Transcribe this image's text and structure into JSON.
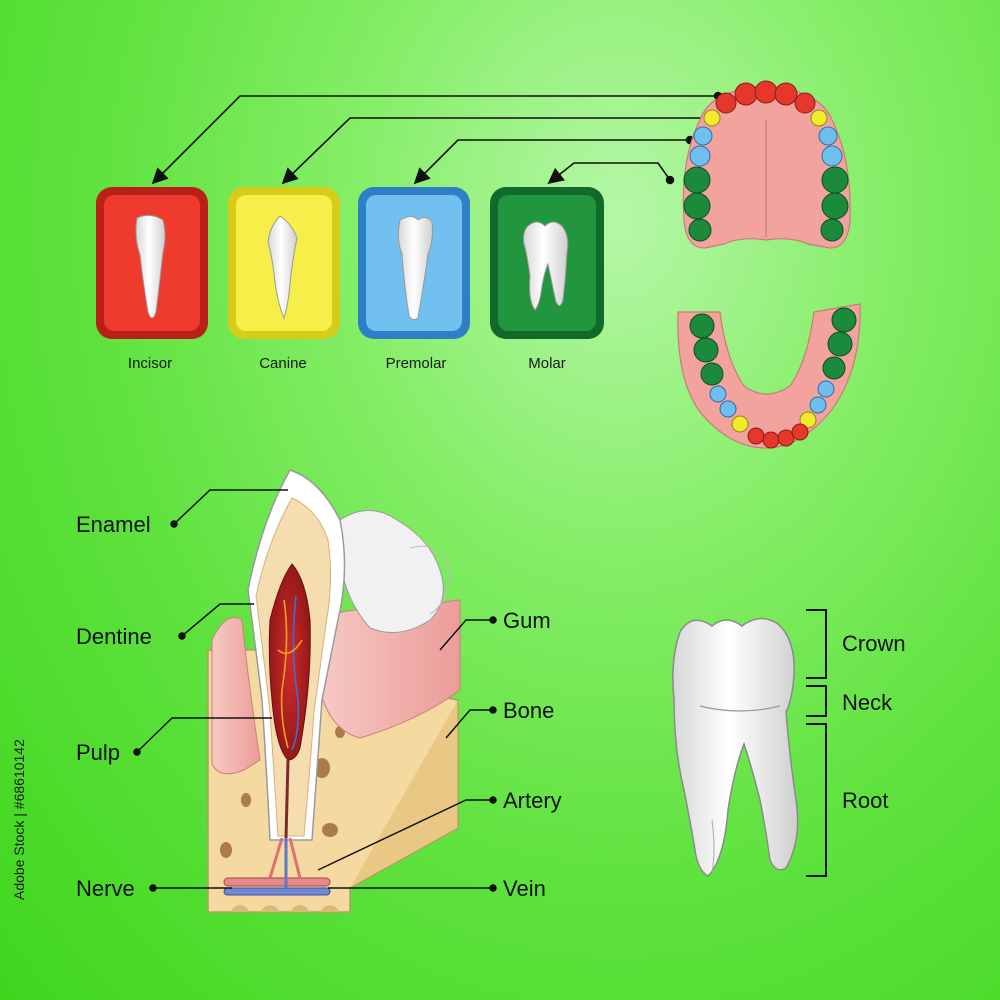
{
  "colors": {
    "incisor": "#e8352a",
    "canine": "#f2ea2c",
    "premolar": "#5fb6ec",
    "molar": "#1e8f3c",
    "gum": "#f2a6a0",
    "enamel": "#ffffff",
    "bone": "#f4d9a0"
  },
  "tooth_types": {
    "incisor": "Incisor",
    "canine": "Canine",
    "premolar": "Premolar",
    "molar": "Molar"
  },
  "cross_section": {
    "enamel": "Enamel",
    "dentine": "Dentine",
    "pulp": "Pulp",
    "nerve": "Nerve",
    "gum": "Gum",
    "bone": "Bone",
    "artery": "Artery",
    "vein": "Vein"
  },
  "molar_parts": {
    "crown": "Crown",
    "neck": "Neck",
    "root": "Root"
  },
  "watermark": "Adobe Stock | #68610142"
}
